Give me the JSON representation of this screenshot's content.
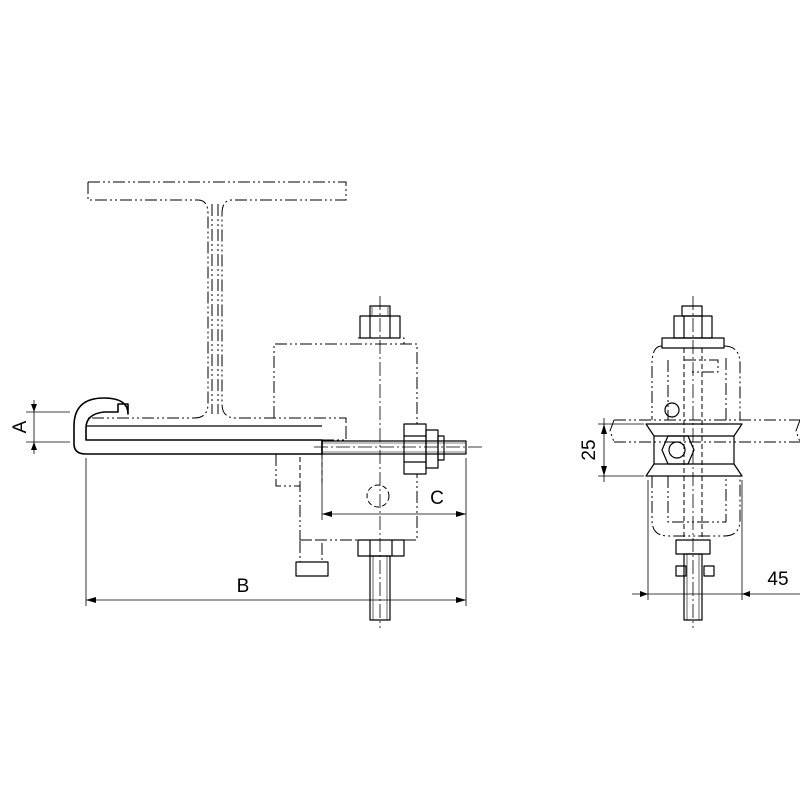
{
  "dimensions": {
    "a": "A",
    "b": "B",
    "c": "C",
    "height": "25",
    "width": "45"
  }
}
